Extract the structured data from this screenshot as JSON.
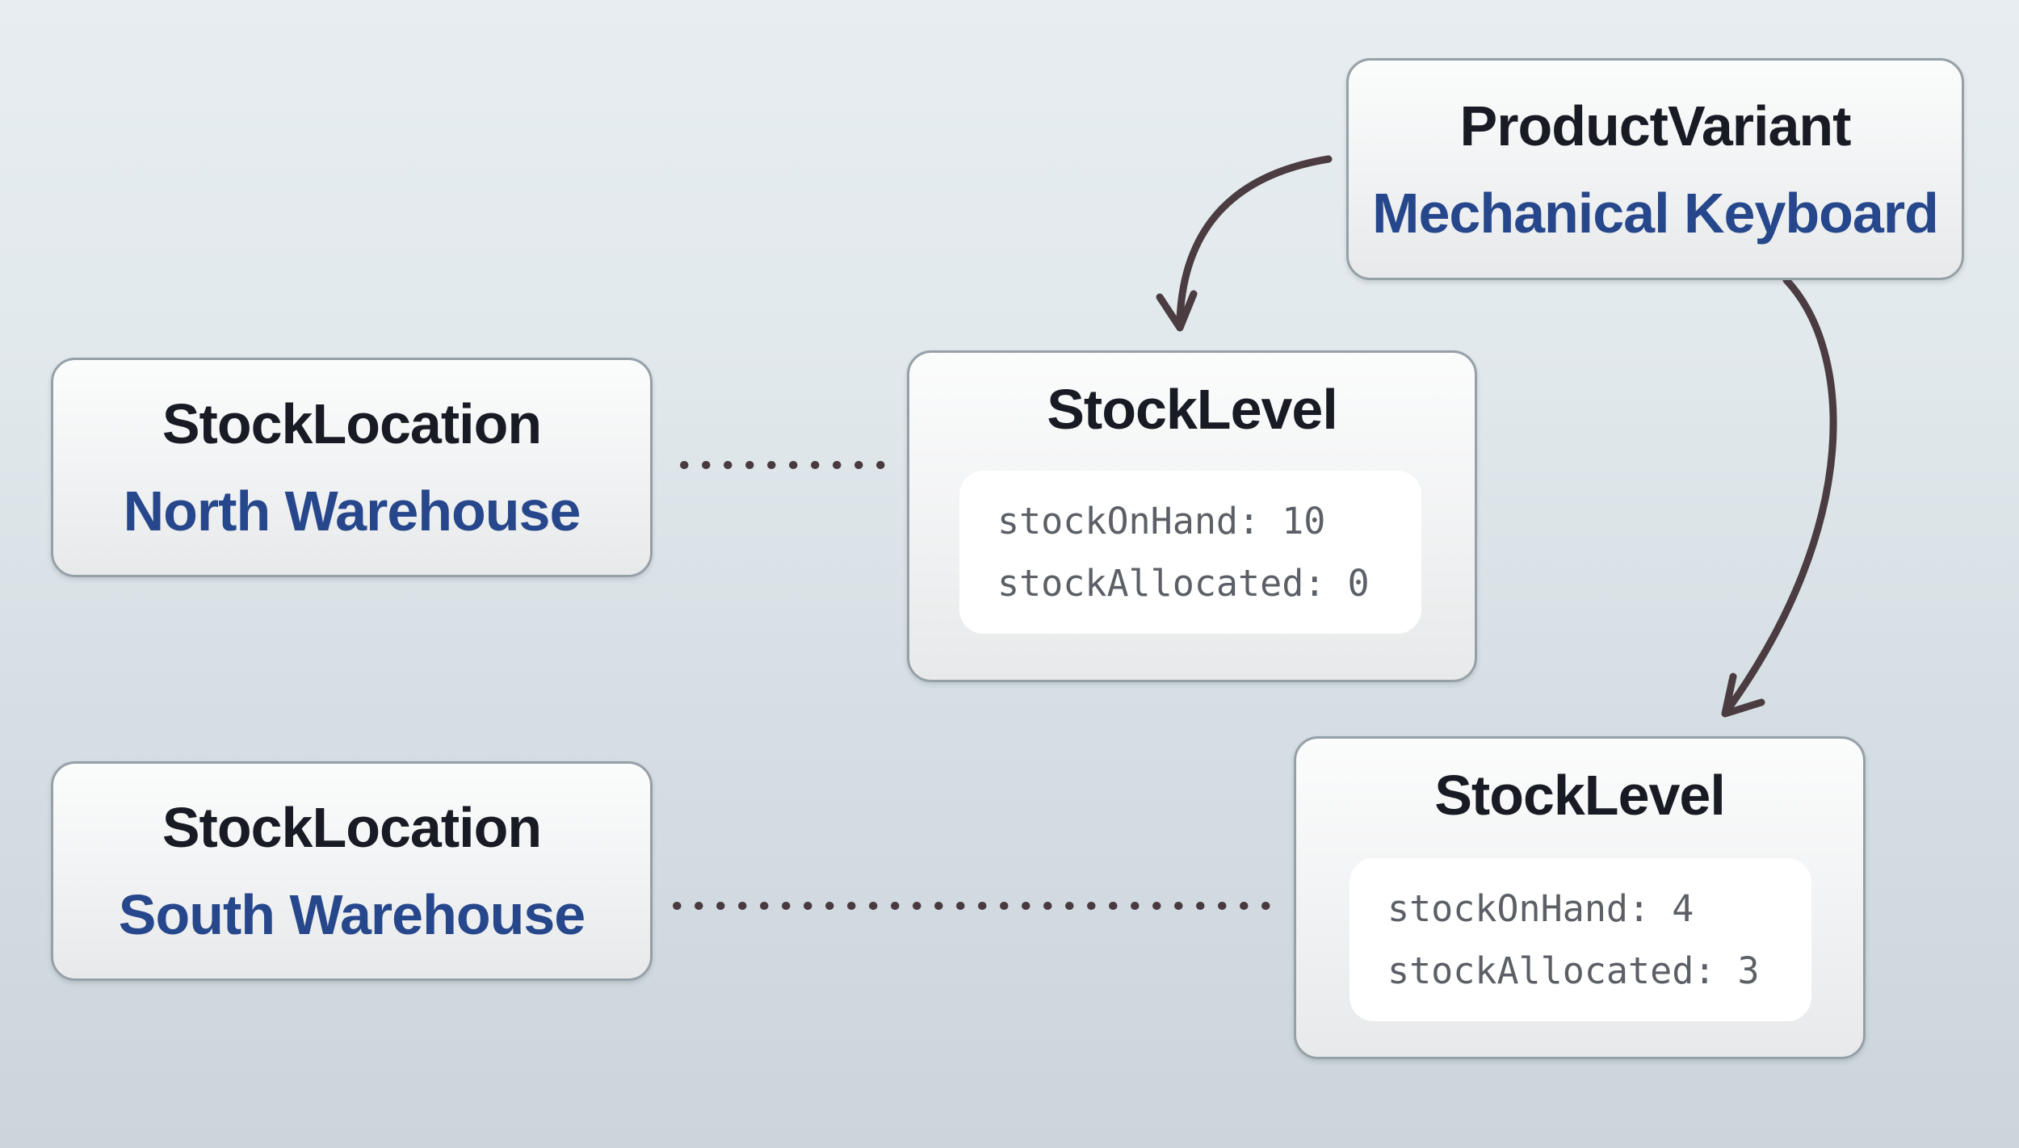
{
  "diagram": {
    "product_variant": {
      "type_label": "ProductVariant",
      "instance_label": "Mechanical Keyboard"
    },
    "stock_location_north": {
      "type_label": "StockLocation",
      "instance_label": "North Warehouse"
    },
    "stock_location_south": {
      "type_label": "StockLocation",
      "instance_label": "South Warehouse"
    },
    "stock_level_north": {
      "type_label": "StockLevel",
      "lines": [
        "stockOnHand: 10",
        "stockAllocated: 0"
      ]
    },
    "stock_level_south": {
      "type_label": "StockLevel",
      "lines": [
        "stockOnHand: 4",
        "stockAllocated: 3"
      ]
    },
    "colors": {
      "background_top": "#e7edf0",
      "background_bottom": "#cbd5db",
      "box_border": "#96a0a7",
      "entity_title_text": "#181b24",
      "instance_name_text": "#26478b",
      "code_text": "#5c6066",
      "connector": "#4a3c40"
    }
  }
}
